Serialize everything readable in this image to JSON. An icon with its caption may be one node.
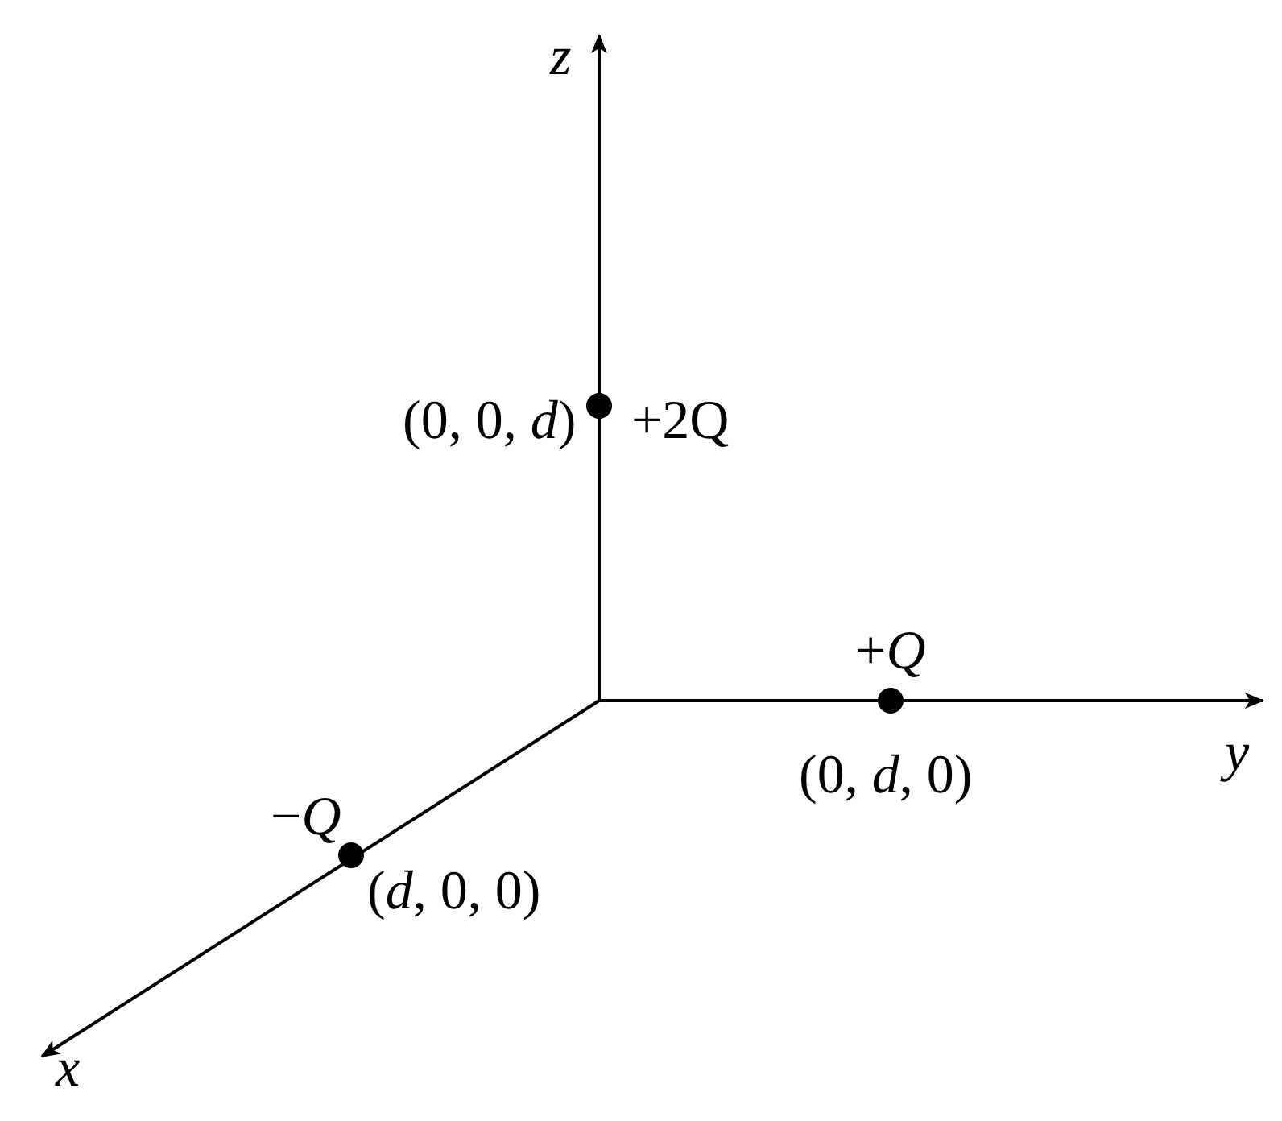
{
  "diagram": {
    "nodes": [
      {
        "text": [],
        "shape": "circle",
        "beside": [
          "(0, 0, *d*)",
          "+2Q"
        ]
      },
      {
        "text": [],
        "shape": "circle",
        "beside": [
          "+*Q*",
          "(0, *d*, 0)"
        ]
      },
      {
        "text": [],
        "shape": "circle",
        "beside": [
          "−*Q*",
          "(*d*, 0, 0)"
        ]
      }
    ],
    "labels": [
      "z",
      "y",
      "x"
    ]
  }
}
